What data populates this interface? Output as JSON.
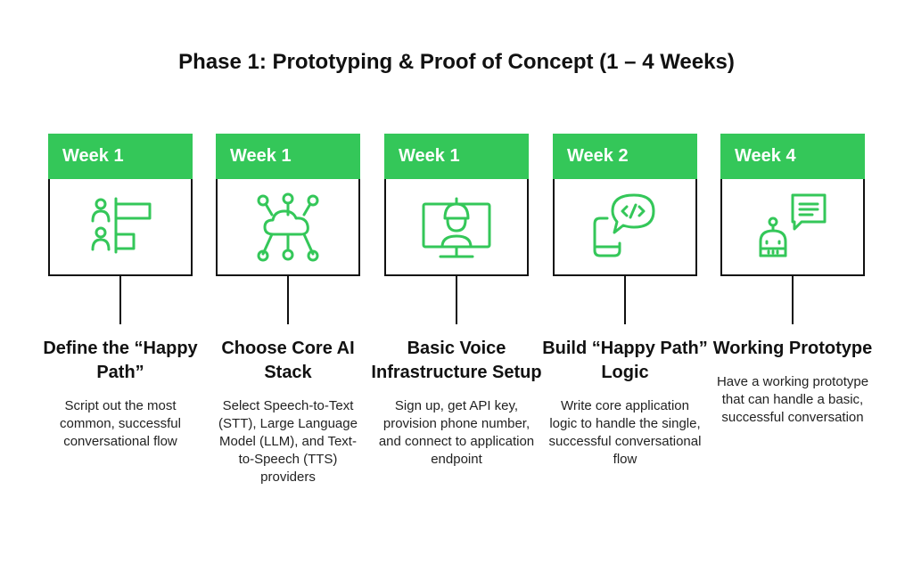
{
  "title": "Phase 1: Prototyping & Proof of Concept (1 – 4 Weeks)",
  "accent_color": "#34c759",
  "steps": [
    {
      "week": "Week 1",
      "icon": "people-list-icon",
      "heading": "Define the “Happy Path”",
      "description": "Script out the most common, successful conversational flow"
    },
    {
      "week": "Week 1",
      "icon": "cloud-network-icon",
      "heading": "Choose Core AI Stack",
      "description": "Select Speech-to-Text (STT), Large Language Model (LLM), and Text-to-Speech (TTS) providers"
    },
    {
      "week": "Week 1",
      "icon": "engineer-monitor-icon",
      "heading": "Basic Voice Infrastructure Setup",
      "description": "Sign up, get API key, provision phone number, and connect to application endpoint"
    },
    {
      "week": "Week 2",
      "icon": "code-chat-icon",
      "heading": "Build “Happy Path” Logic",
      "description": "Write core application logic to handle the single, successful conversational flow"
    },
    {
      "week": "Week 4",
      "icon": "robot-chat-icon",
      "heading": "Working Prototype",
      "description": "Have a working prototype that can handle a basic, successful conversation"
    }
  ]
}
